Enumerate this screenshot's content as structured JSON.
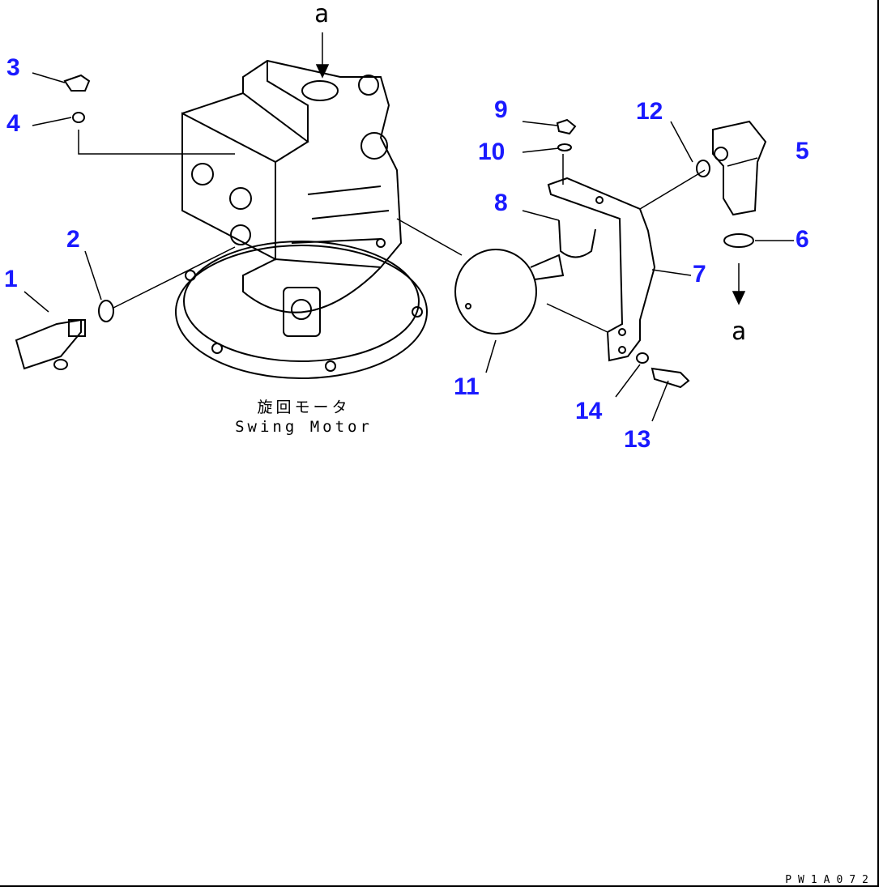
{
  "diagram": {
    "motor_label_jp": "旋回モータ",
    "motor_label_en": "Swing Motor",
    "drawing_code": "PW1A072",
    "reference_mark": "a",
    "callouts": [
      "1",
      "2",
      "3",
      "4",
      "5",
      "6",
      "7",
      "8",
      "9",
      "10",
      "11",
      "12",
      "13",
      "14"
    ],
    "callout_color": "#1a1aff"
  }
}
